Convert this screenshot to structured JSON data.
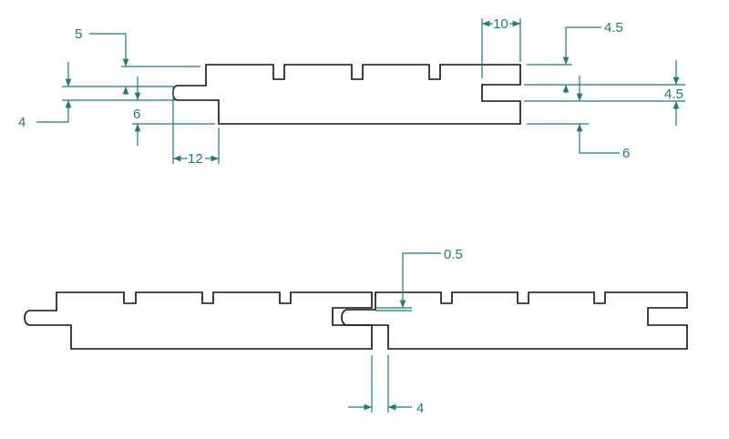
{
  "top_view": {
    "dims": {
      "d5": "5",
      "d4": "4",
      "d6_left": "6",
      "d12": "12",
      "d10": "10",
      "d45_top": "4.5",
      "d45_right": "4.5",
      "d6_right": "6"
    }
  },
  "bottom_view": {
    "dims": {
      "d05": "0.5",
      "d4": "4"
    }
  },
  "colors": {
    "outline": "#111111",
    "dimension": "#1f7a7a",
    "background": "#ffffff"
  }
}
